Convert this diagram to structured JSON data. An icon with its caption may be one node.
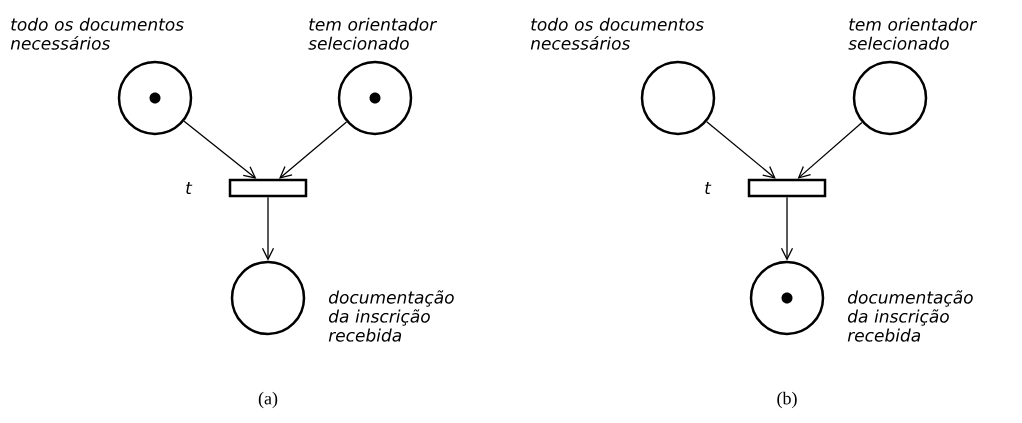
{
  "diagram": {
    "nodes": [
      {
        "text": [],
        "shape": "circle",
        "beside": [
          "todo os documentos necessários"
        ]
      },
      {
        "text": [],
        "shape": "dot",
        "in": 0
      },
      {
        "text": [],
        "shape": "circle",
        "beside": [
          "tem orientador selecionado"
        ]
      },
      {
        "text": [],
        "shape": "dot",
        "in": 2
      },
      {
        "text": [],
        "shape": "bar",
        "beside": [
          "t"
        ]
      },
      {
        "text": [],
        "shape": "circle",
        "beside": [
          "documentação da inscrição recebida"
        ]
      },
      {
        "text": [],
        "shape": "circle",
        "beside": [
          "todo os documentos necessários"
        ]
      },
      {
        "text": [],
        "shape": "circle",
        "beside": [
          "tem orientador selecionado"
        ]
      },
      {
        "text": [],
        "shape": "bar",
        "beside": [
          "t"
        ]
      },
      {
        "text": [],
        "shape": "circle",
        "beside": [
          "documentação da inscrição recebida"
        ]
      },
      {
        "text": [],
        "shape": "dot",
        "in": 9
      }
    ],
    "edges": [
      {
        "from": 0,
        "to": 4,
        "arrow": "to"
      },
      {
        "from": 2,
        "to": 4,
        "arrow": "to"
      },
      {
        "from": 4,
        "to": 5,
        "arrow": "to"
      },
      {
        "from": 6,
        "to": 8,
        "arrow": "to"
      },
      {
        "from": 7,
        "to": 8,
        "arrow": "to"
      },
      {
        "from": 8,
        "to": 9,
        "arrow": "to"
      }
    ],
    "labels": [
      "(a)",
      "(b)"
    ]
  }
}
